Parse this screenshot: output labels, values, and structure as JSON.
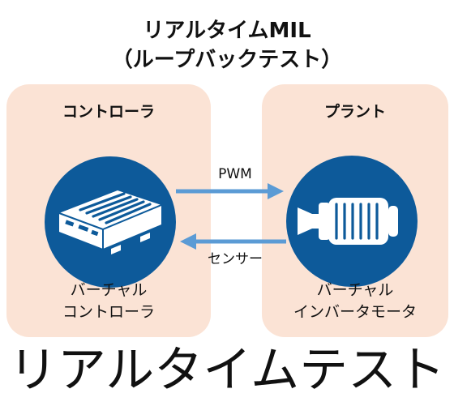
{
  "title": {
    "line1": "リアルタイムMIL",
    "line2": "（ループバックテスト）"
  },
  "controller": {
    "label": "コントローラ",
    "caption_line1": "バーチャル",
    "caption_line2": "コントローラ",
    "icon": "controller-box-icon"
  },
  "plant": {
    "label": "プラント",
    "caption_line1": "バーチャル",
    "caption_line2": "インバータモータ",
    "icon": "motor-icon"
  },
  "signals": {
    "forward": "PWM",
    "feedback": "センサー"
  },
  "footer": {
    "text": "リアルタイムテスト"
  },
  "colors": {
    "panel_fill": "#fbe3d5",
    "circle_fill": "#0d5a9a",
    "arrow": "#5b9bd5",
    "icon": "#ffffff"
  }
}
